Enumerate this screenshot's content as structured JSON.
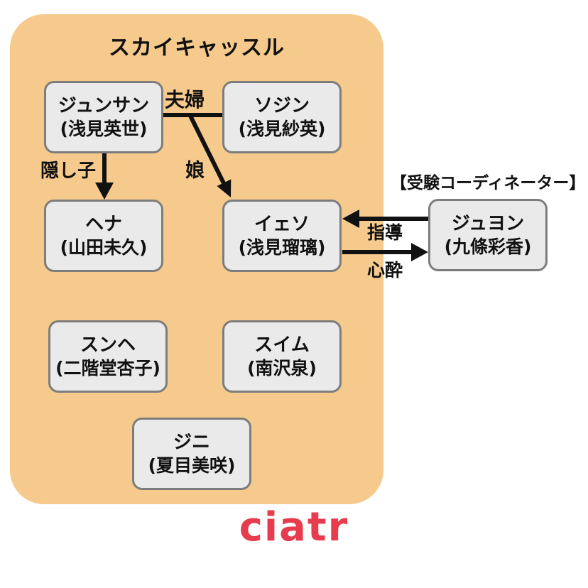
{
  "diagram": {
    "group": {
      "title": "スカイキャッスル"
    },
    "coordinator_label": "【受験コーディネーター】",
    "nodes": [
      {
        "id": "junsang",
        "name": "ジュンサン",
        "actor": "(浅見英世)"
      },
      {
        "id": "sojin",
        "name": "ソジン",
        "actor": "(浅見紗英)"
      },
      {
        "id": "hena",
        "name": "ヘナ",
        "actor": "(山田未久)"
      },
      {
        "id": "yeseo",
        "name": "イェソ",
        "actor": "(浅見瑠璃)"
      },
      {
        "id": "seunghye",
        "name": "スンヘ",
        "actor": "(二階堂杏子)"
      },
      {
        "id": "suim",
        "name": "スイム",
        "actor": "(南沢泉)"
      },
      {
        "id": "jini",
        "name": "ジニ",
        "actor": "(夏目美咲)"
      },
      {
        "id": "juyeon",
        "name": "ジュヨン",
        "actor": "(九條彩香)"
      }
    ],
    "edge_labels": {
      "spouse": "夫婦",
      "hidden_child": "隠し子",
      "daughter": "娘",
      "guidance": "指導",
      "devotion": "心酔"
    },
    "colors": {
      "castle_fill": "#f6ca8c",
      "node_fill": "#eaeaea",
      "node_border": "#7d7d7d",
      "line": "#111111",
      "logo": "#e73b4e"
    }
  },
  "footer": {
    "logo_text": "ciatr"
  }
}
